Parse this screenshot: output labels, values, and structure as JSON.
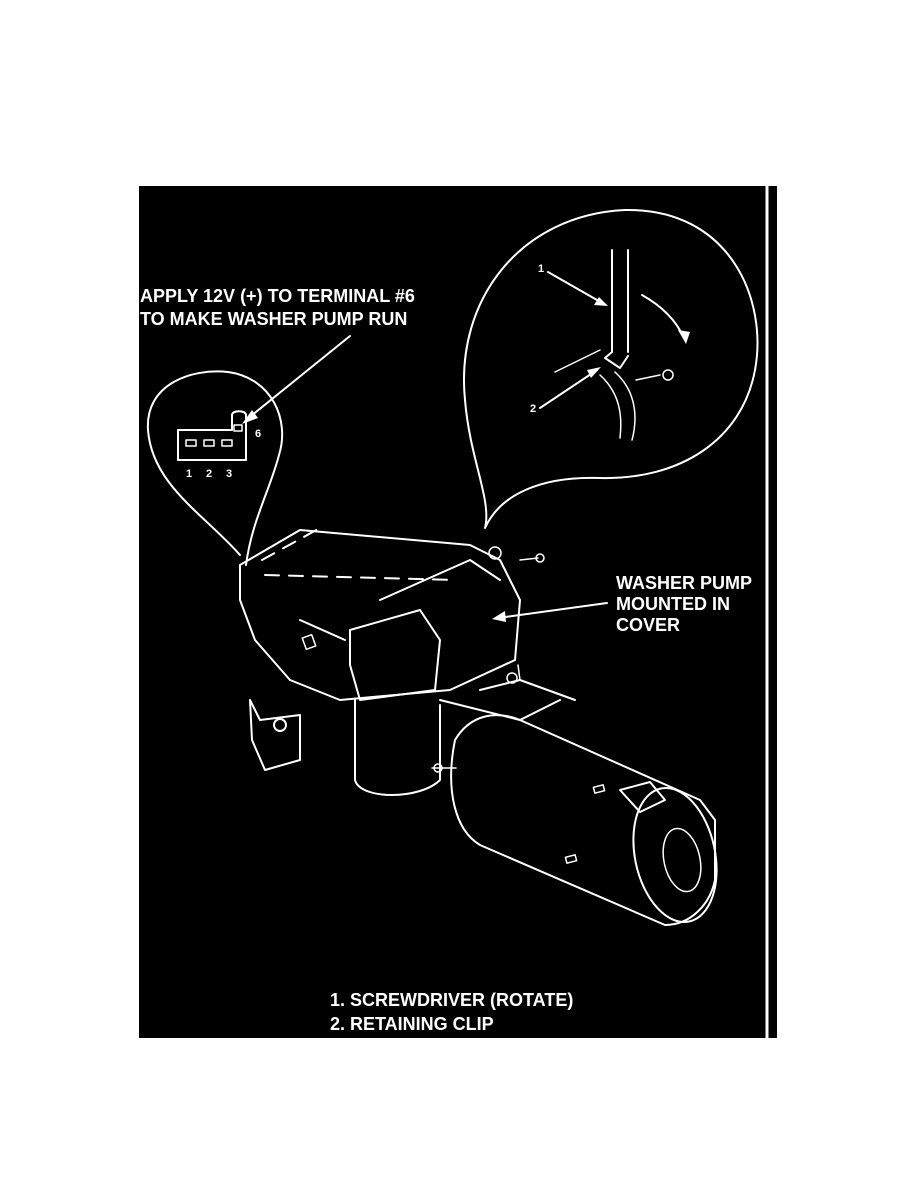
{
  "connector_callout": {
    "line1": "APPLY 12V (+) TO TERMINAL #6",
    "line2": "TO MAKE WASHER PUMP RUN",
    "terminals": {
      "t1": "1",
      "t2": "2",
      "t3": "3",
      "t6": "6"
    }
  },
  "detail_callout": {
    "mark1": "1",
    "mark2": "2"
  },
  "pump_label": {
    "line1": "WASHER PUMP",
    "line2": "MOUNTED IN",
    "line3": "COVER"
  },
  "legend": [
    "1.  SCREWDRIVER (ROTATE)",
    "2.  RETAINING CLIP"
  ],
  "colors": {
    "page": "#ffffff",
    "panel": "#000000",
    "ink": "#ffffff"
  }
}
